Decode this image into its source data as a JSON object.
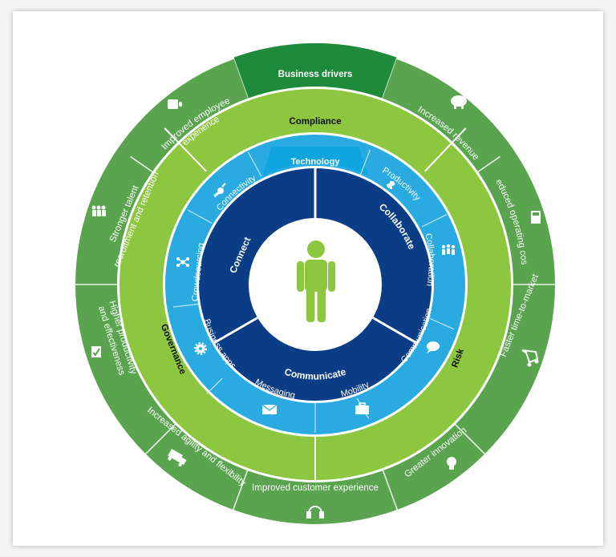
{
  "header": {
    "business_drivers": "Business drivers"
  },
  "outer_ring": {
    "drivers": [
      {
        "label": "Improved employee experience",
        "icon": "coffee-cup-icon"
      },
      {
        "label": "Increased revenue",
        "icon": "piggy-bank-icon"
      },
      {
        "label": "Reduced operating costs",
        "icon": "calculator-icon"
      },
      {
        "label": "Faster time-to-market",
        "icon": "shopping-cart-icon"
      },
      {
        "label": "Greater innovation",
        "icon": "lightbulb-icon"
      },
      {
        "label": "Improved customer experience",
        "icon": "headset-icon"
      },
      {
        "label": "Increased agility and flexibility",
        "icon": "truck-icon"
      },
      {
        "label": "Higher productivity and effectiveness",
        "icon": "checklist-icon"
      },
      {
        "label": "Stronger talent recruitment and retention",
        "icon": "people-group-icon"
      }
    ]
  },
  "lime_ring": {
    "compliance": "Compliance",
    "risk": "Risk",
    "governance": "Governance"
  },
  "technology_ring": {
    "title": "Technology",
    "items": [
      {
        "label": "Productivity",
        "icon": "tools-icon"
      },
      {
        "label": "Collaboration",
        "icon": "team-icon"
      },
      {
        "label": "Communication",
        "icon": "chat-bubble-icon"
      },
      {
        "label": "Mobility",
        "icon": "briefcase-icon"
      },
      {
        "label": "Messaging",
        "icon": "envelope-icon"
      },
      {
        "label": "Business apps",
        "icon": "gear-icon"
      },
      {
        "label": "Crowdsourcing",
        "icon": "network-icon"
      },
      {
        "label": "Connectivity",
        "icon": "plug-icon"
      }
    ]
  },
  "core_ring": {
    "connect": "Connect",
    "collaborate": "Collaborate",
    "communicate": "Communicate"
  },
  "center": {
    "icon": "person-icon"
  },
  "colors": {
    "outer_green": "#5aa44f",
    "header_green": "#1e8b3a",
    "lime": "#8dc63f",
    "sky_blue": "#29abe2",
    "dark_blue": "#0a3d86",
    "person_green": "#8dc63f"
  }
}
